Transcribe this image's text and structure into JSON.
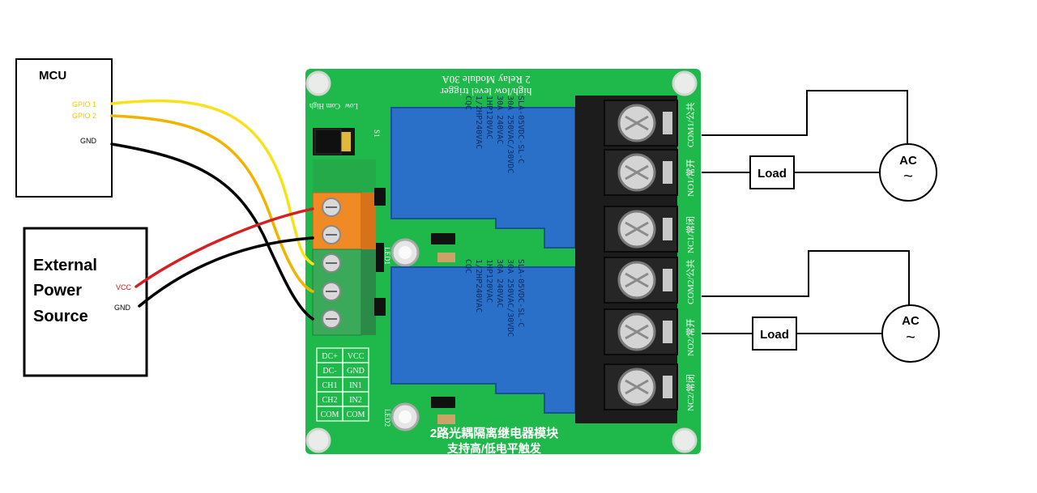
{
  "colors": {
    "gpio_wire": "#f7e21a",
    "gpio_wire_2": "#f0b400",
    "gnd_wire": "#000000",
    "vcc_wire": "#d42020",
    "pcb_green": "#1fb84a",
    "relay_blue": "#2a6fc8",
    "terminal_black": "#1c1c1c",
    "terminal_orange": "#f08a24",
    "terminal_green": "#3aa95a"
  },
  "mcu": {
    "title": "MCU",
    "gpio1": "GPIO 1",
    "gpio2": "GPIO 2",
    "gnd": "GND"
  },
  "power": {
    "line1": "External",
    "line2": "Power",
    "line3": "Source",
    "vcc": "VCC",
    "gnd": "GND"
  },
  "board": {
    "top_line1": "high/low level trigger",
    "top_line2": "2 Relay Module 30A",
    "jumper_high": "High",
    "jumper_com": "Com",
    "jumper_low": "Low",
    "jumper_s1": "S1",
    "bottom_line1": "2路光耦隔离继电器模块",
    "bottom_line2": "支持高/低电平触发",
    "relay_text": [
      "SLA-05VDC-SL-C",
      "30A 250VAC/30VDC",
      "30A 240VAC",
      "1HP120VAC",
      "1/2HP240VAC",
      "CQC"
    ],
    "pin_table": [
      [
        "DC+",
        "VCC"
      ],
      [
        "DC-",
        "GND"
      ],
      [
        "CH1",
        "IN1"
      ],
      [
        "CH2",
        "IN2"
      ],
      [
        "COM",
        "COM"
      ]
    ],
    "led1": "LED1",
    "led2": "LED2",
    "output_labels": [
      "COM1/公共",
      "NO1/常开",
      "NC1/常闭",
      "COM2/公共",
      "NO2/常开",
      "NC2/常闭"
    ]
  },
  "loads": [
    {
      "load": "Load",
      "source": "AC",
      "wave": "~"
    },
    {
      "load": "Load",
      "source": "AC",
      "wave": "~"
    }
  ]
}
